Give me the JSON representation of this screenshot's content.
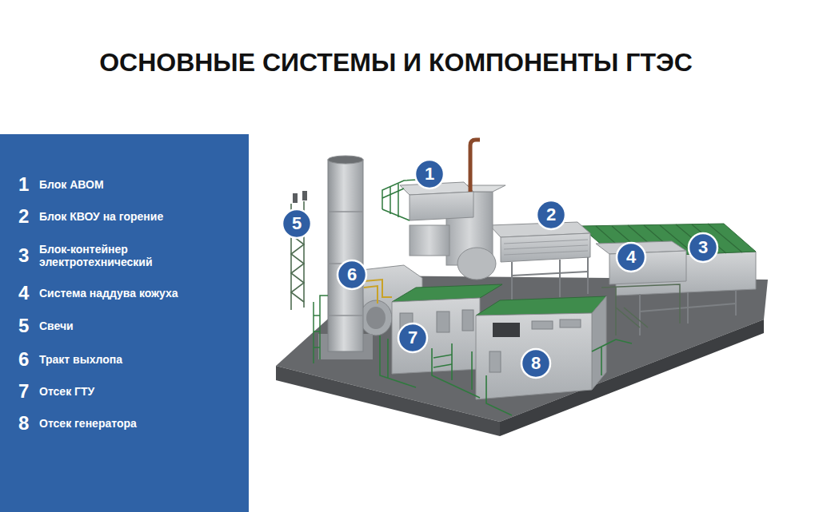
{
  "diagram": {
    "title": "ОСНОВНЫЕ СИСТЕМЫ И КОМПОНЕНТЫ ГТЭС",
    "nodes": [
      {
        "text": [
          "1"
        ]
      },
      {
        "text": [
          "2"
        ]
      },
      {
        "text": [
          "5"
        ]
      },
      {
        "text": [
          "3"
        ]
      },
      {
        "text": [
          "4"
        ]
      },
      {
        "text": [
          "6"
        ]
      },
      {
        "text": [
          "7"
        ]
      },
      {
        "text": [
          "8"
        ]
      }
    ],
    "labels": [
      "1",
      "Блок АВОМ",
      "2",
      "Блок КВОУ на горение",
      "3",
      "Блок-контейнер электротехнический",
      "4",
      "Система наддува кожуха",
      "5",
      "Свечи",
      "6",
      "Тракт выхлопа",
      "7",
      "Отсек ГТУ",
      "8",
      "Отсек генератора"
    ]
  }
}
